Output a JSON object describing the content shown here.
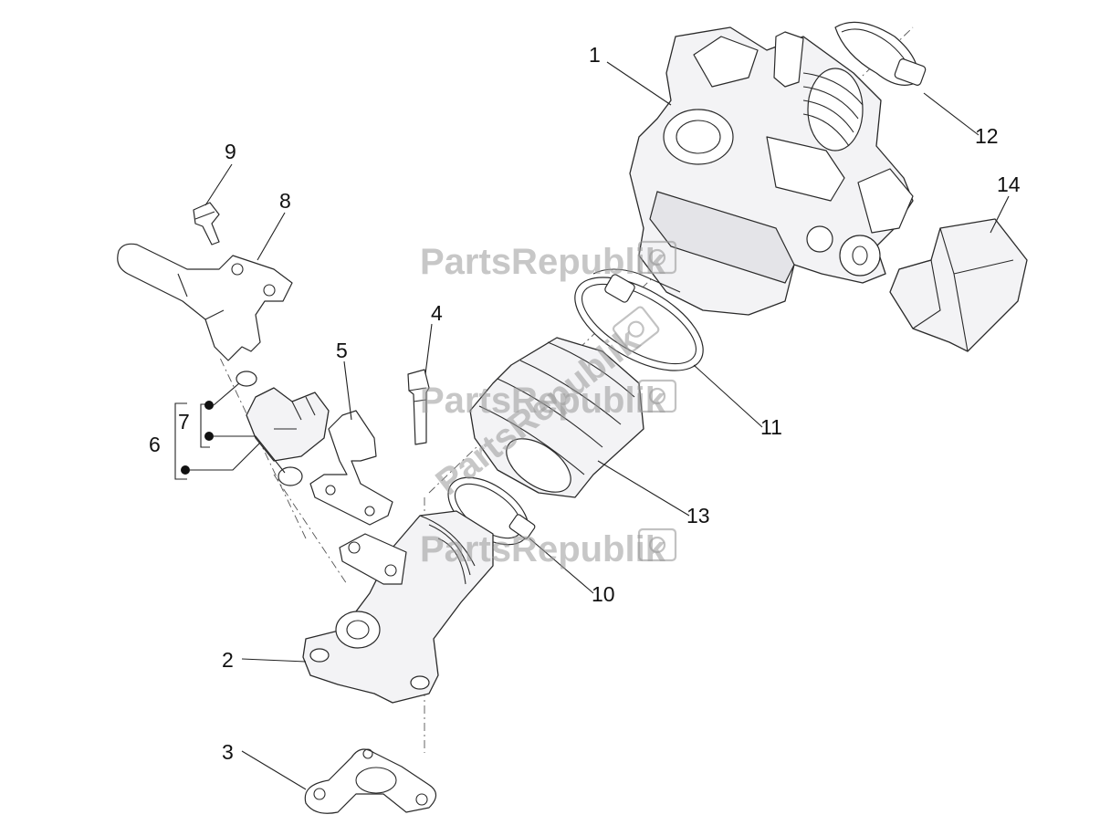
{
  "watermark": {
    "text": "PartsRepublik",
    "icon": "gear-flag-icon"
  },
  "callouts": {
    "n1": "1",
    "n2": "2",
    "n3": "3",
    "n4": "4",
    "n5": "5",
    "n6": "6",
    "n7": "7",
    "n8": "8",
    "n9": "9",
    "n10": "10",
    "n11": "11",
    "n12": "12",
    "n13": "13",
    "n14": "14"
  },
  "parts": {
    "p1": "throttle-body",
    "p2": "intake-manifold",
    "p3": "manifold-gasket",
    "p4": "bolt",
    "p5": "bracket-plate",
    "p6": "injector-assembly",
    "p7": "injector-seals",
    "p8": "fuel-rail-connector",
    "p9": "screw",
    "p10": "hose-clamp",
    "p11": "hose-clamp",
    "p12": "hose-clamp",
    "p13": "intake-sleeve",
    "p14": "throttle-cover"
  },
  "colors": {
    "line": "#2a2a2a",
    "fill": "#f3f3f5",
    "watermark": "#9a9a9a"
  }
}
